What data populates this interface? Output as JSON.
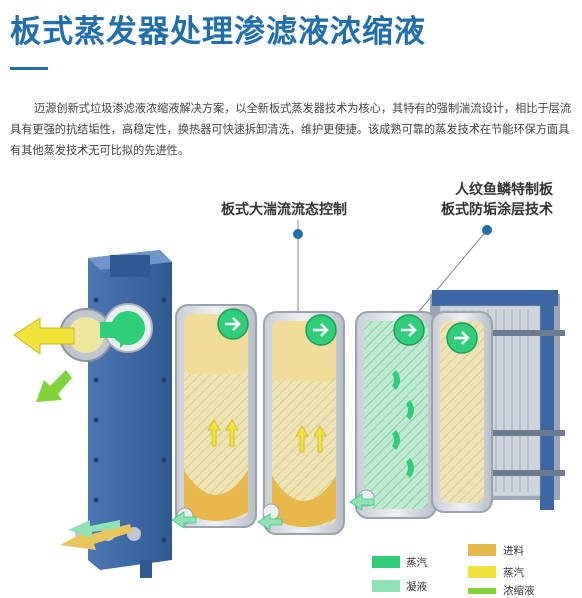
{
  "title": "板式蒸发器处理渗滤液浓缩液",
  "intro": "迈源创新式垃圾渗滤液浓缩液解决方案，以全新板式蒸发器技术为核心，其特有的强制湍流设计，相比于层流具有更强的抗结垢性，高稳定性，换热器可快速拆卸清洗，维护更便捷。该成熟可靠的蒸发技术在节能环保方面具有其他蒸发技术无可比拟的先进性。",
  "labels": {
    "turbulent": "板式大湍流流态控制",
    "fishscale_line1": "人纹鱼鳞特制板",
    "fishscale_line2": "板式防垢涂层技术"
  },
  "legend": {
    "left": [
      {
        "label": "蒸汽",
        "color": "#2fcf7a"
      },
      {
        "label": "凝液",
        "color": "#8ee2b6"
      }
    ],
    "right": [
      {
        "label": "进料",
        "color": "#e8b84a"
      },
      {
        "label": "蒸汽",
        "color": "#f2e23a"
      },
      {
        "label": "浓缩液",
        "color": "#7fd43a"
      }
    ]
  },
  "colors": {
    "accent": "#1f6fae",
    "frame": "#3b67a4",
    "plate": "#d9dde3",
    "feed": "#e8c45a",
    "steam_green": "#2fcf7a",
    "yellow_arrow": "#f2e23a",
    "concentrate": "#7fd43a"
  }
}
